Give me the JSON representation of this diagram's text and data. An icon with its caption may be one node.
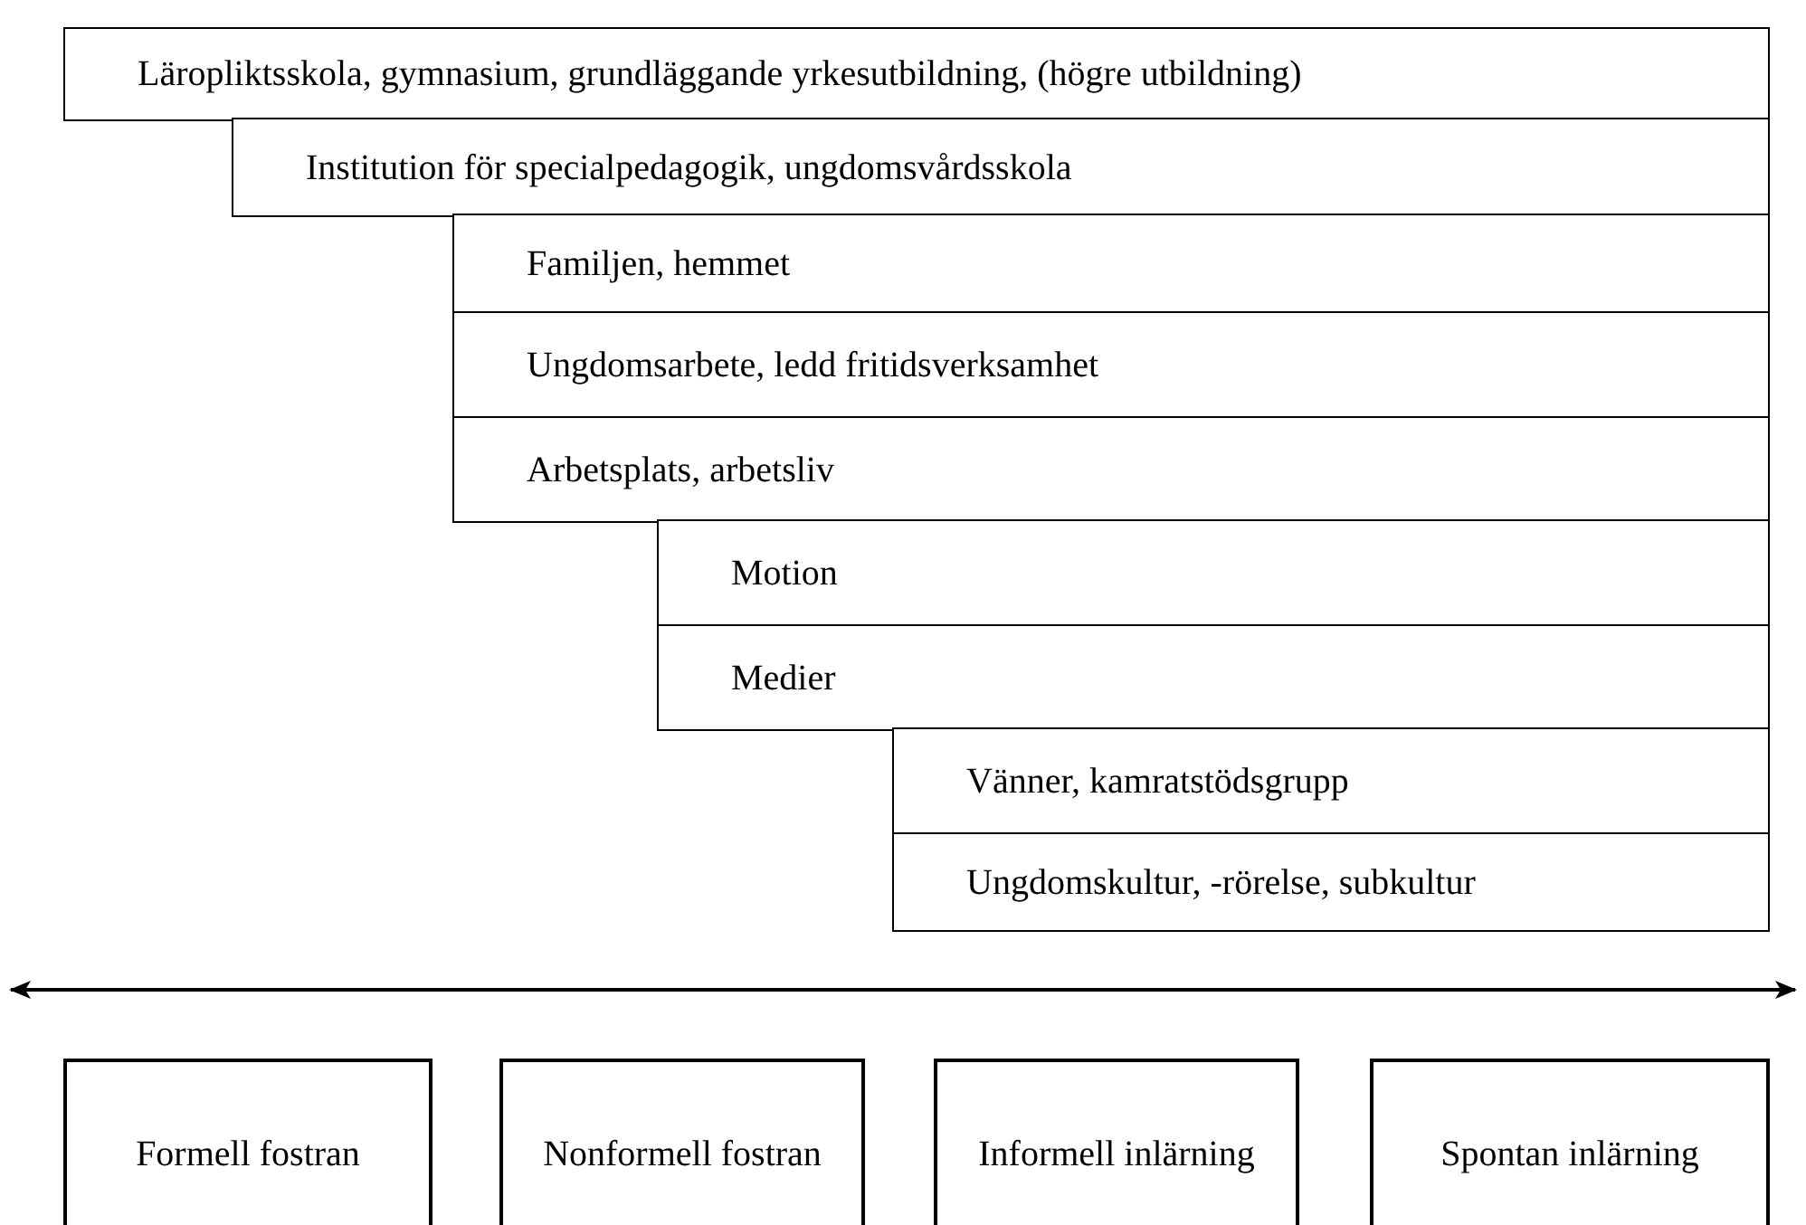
{
  "diagram": {
    "nodes": [
      {
        "text": [
          "Läropliktsskola, gymnasium, grundläggande yrkesutbildning, (högre utbildning)"
        ]
      },
      {
        "text": [
          "Institution för specialpedagogik, ungdomsvårdsskola"
        ]
      },
      {
        "text": [
          "Familjen, hemmet"
        ]
      },
      {
        "text": [
          "Ungdomsarbete, ledd fritidsverksamhet"
        ]
      },
      {
        "text": [
          "Arbetsplats, arbetsliv"
        ]
      },
      {
        "text": [
          "Motion"
        ]
      },
      {
        "text": [
          "Medier"
        ]
      },
      {
        "text": [
          "Vänner, kamratstödsgrupp"
        ]
      },
      {
        "text": [
          "Ungdomskultur, -rörelse, subkultur"
        ]
      },
      {
        "text": [
          "Formell fostran"
        ]
      },
      {
        "text": [
          "Nonformell fostran"
        ]
      },
      {
        "text": [
          "Informell inlärning"
        ]
      },
      {
        "text": [
          "Spontan inlärning"
        ]
      }
    ]
  }
}
